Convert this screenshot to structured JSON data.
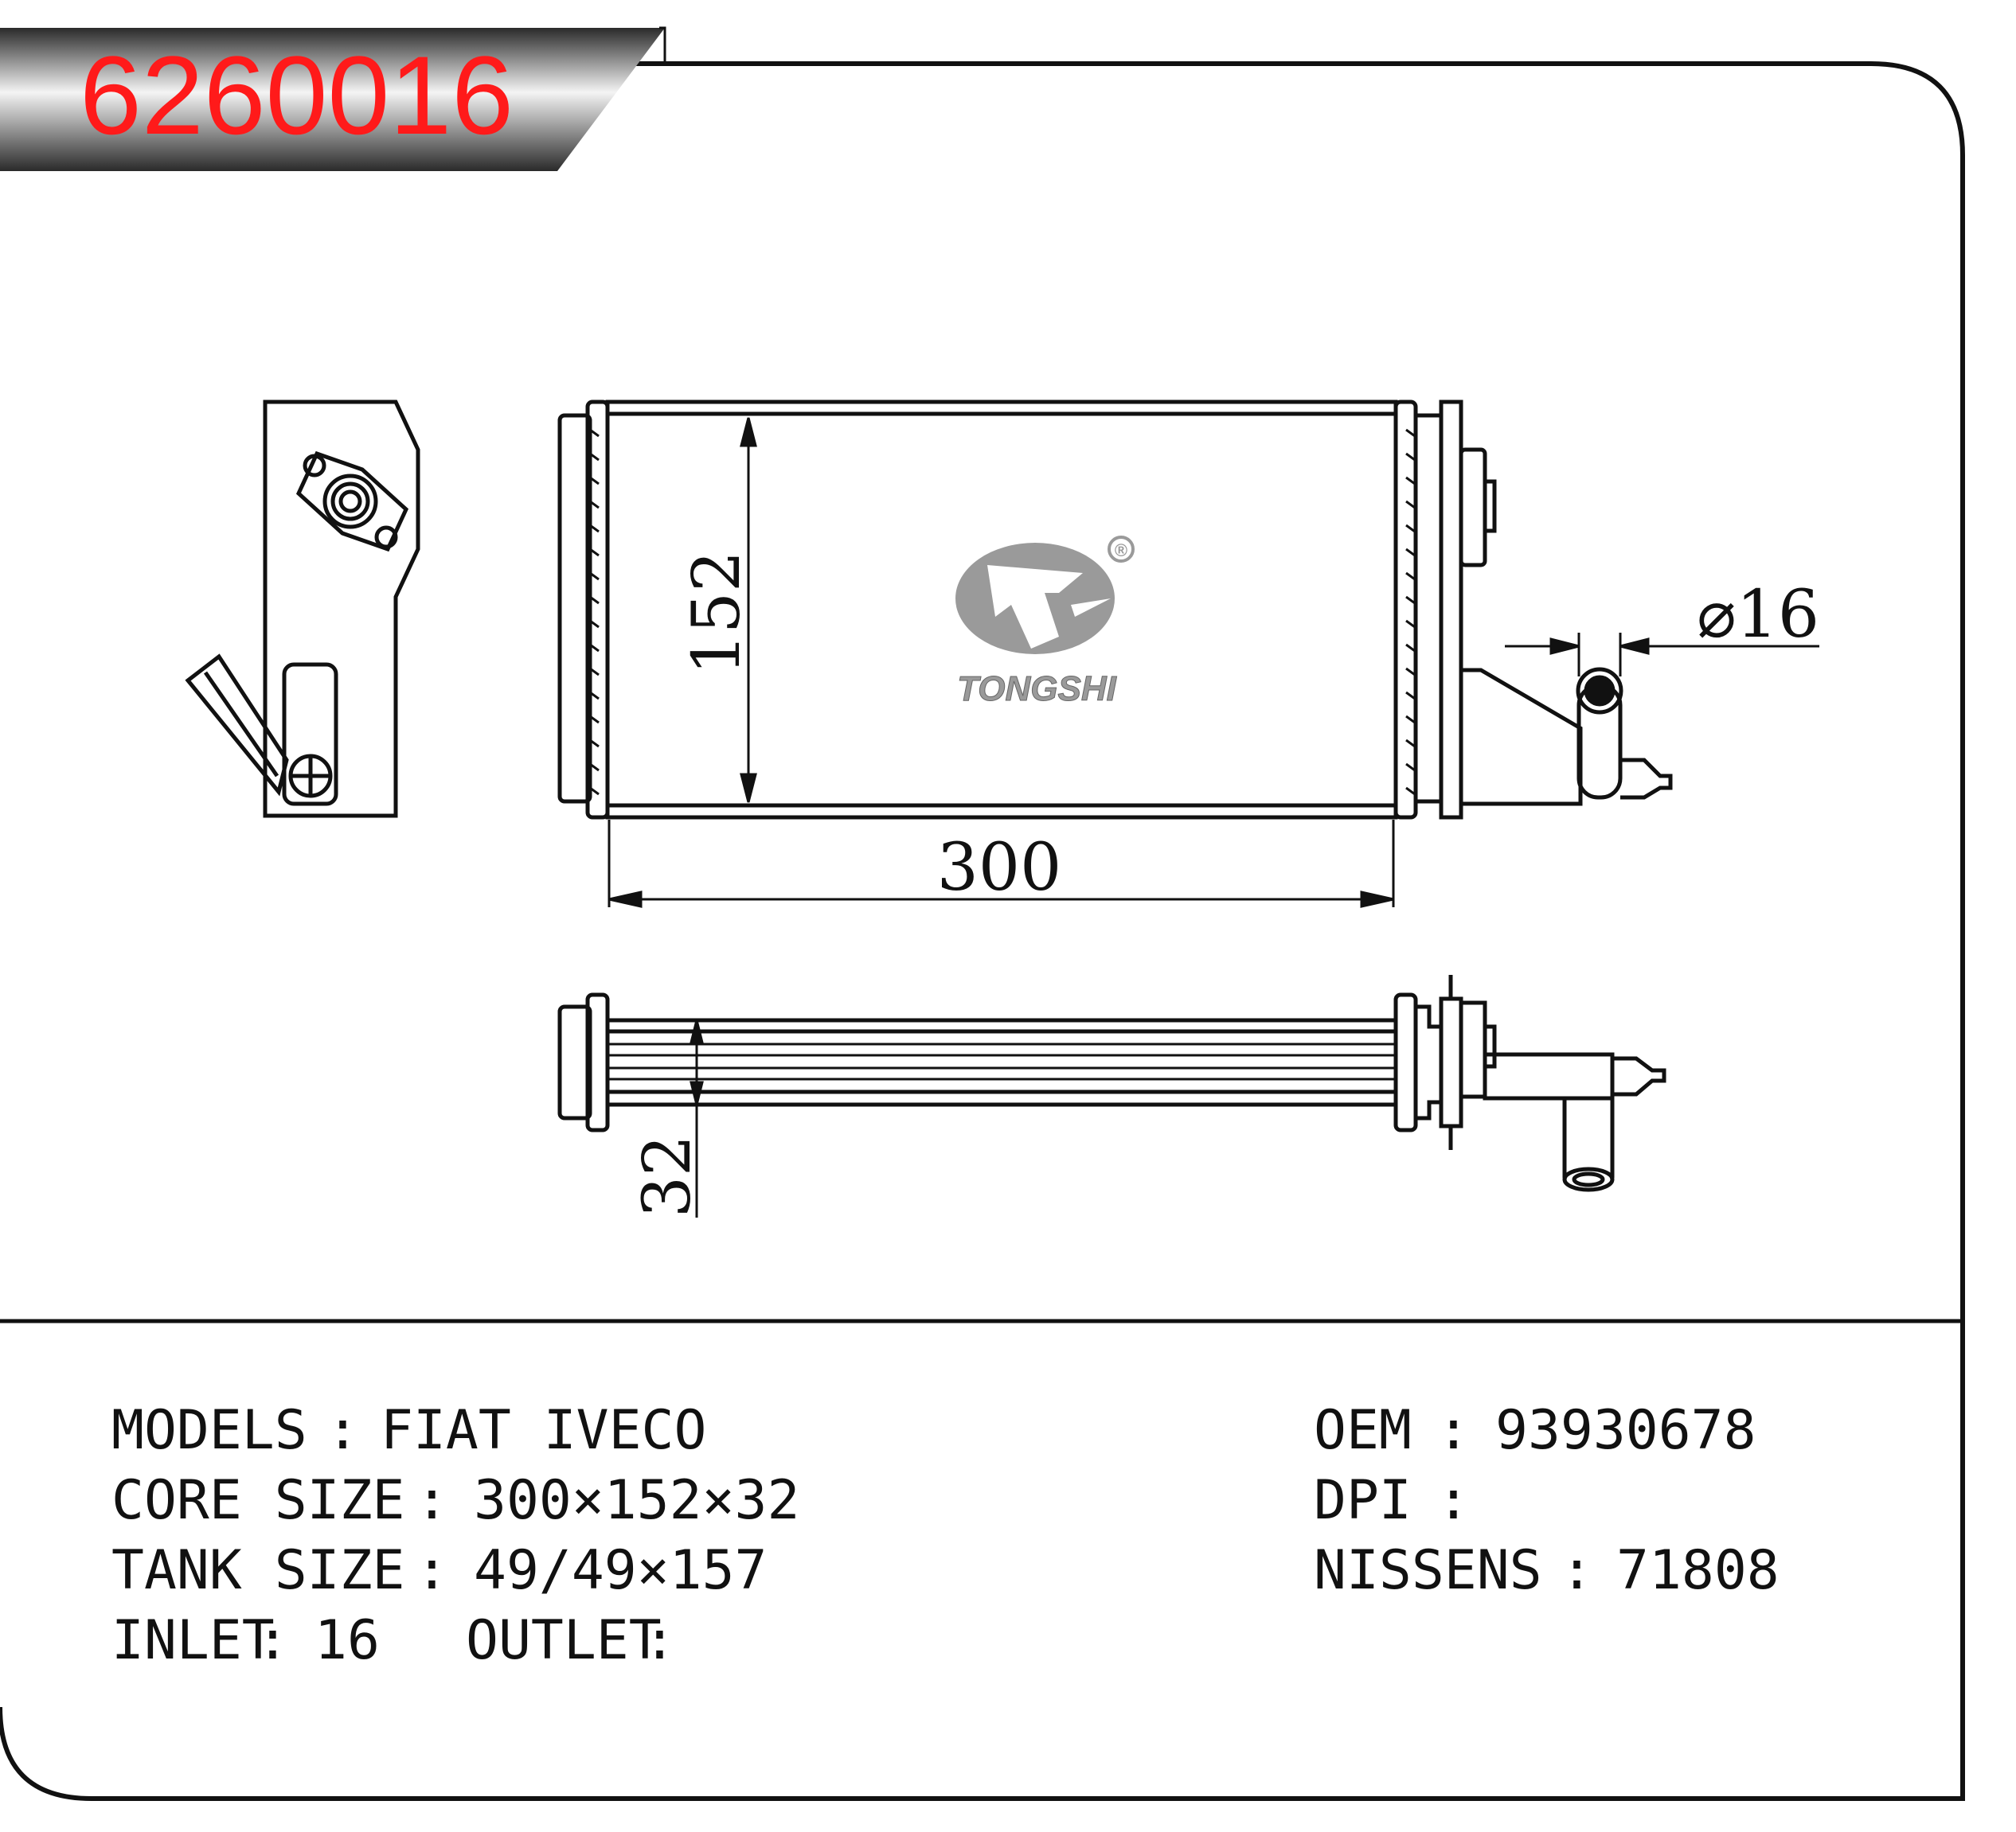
{
  "part_number": "6260016",
  "colors": {
    "part_number": "#ff1a1a",
    "banner_dark": "#2a2a2a",
    "banner_light": "#f2f2f2",
    "outline": "#111111",
    "logo": "#9a9a9a"
  },
  "logo": {
    "name": "TONGSHI",
    "registered_mark": "®"
  },
  "dimensions": {
    "width": "300",
    "height": "152",
    "depth": "32",
    "pipe_diameter": "⌀16"
  },
  "specs": {
    "models_label": "MODELS",
    "models_value": "FIAT IVECO",
    "core_size_label": "CORE SIZE",
    "core_size_value": "300×152×32",
    "tank_size_label": "TANK SIZE",
    "tank_size_value": "49/49×157",
    "inlet_label": "INLET",
    "inlet_value": "16",
    "outlet_label": "OUTLET",
    "outlet_value": "",
    "oem_label": "OEM",
    "oem_value": "93930678",
    "dpi_label": "DPI",
    "dpi_value": "",
    "nissens_label": "NISSENS",
    "nissens_value": "71808",
    "separator": ":"
  }
}
